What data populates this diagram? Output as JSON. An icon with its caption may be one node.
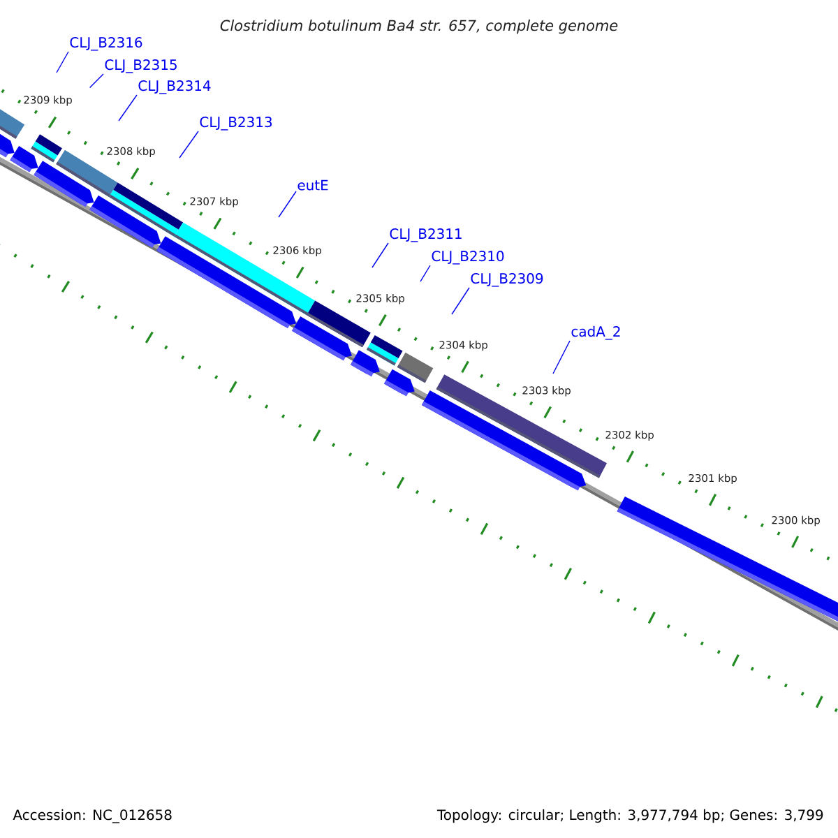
{
  "diagram": {
    "title": "Clostridium botulinum Ba4 str. 657, complete genome",
    "nodes": [
      {
        "text": [
          "CLJ_B2316"
        ]
      },
      {
        "text": [
          "CLJ_B2315"
        ]
      },
      {
        "text": [
          "CLJ_B2314"
        ]
      },
      {
        "text": [
          "CLJ_B2313"
        ]
      },
      {
        "text": [
          "eutE"
        ]
      },
      {
        "text": [
          "CLJ_B2311"
        ]
      },
      {
        "text": [
          "CLJ_B2310"
        ]
      },
      {
        "text": [
          "CLJ_B2309"
        ]
      },
      {
        "text": [
          "cadA_2"
        ]
      }
    ],
    "edges": [
      {
        "from": 0,
        "to": null,
        "arrow": "none"
      },
      {
        "from": 1,
        "to": null,
        "arrow": "none"
      },
      {
        "from": 2,
        "to": null,
        "arrow": "none"
      },
      {
        "from": 3,
        "to": null,
        "arrow": "none"
      },
      {
        "from": 4,
        "to": null,
        "arrow": "none"
      },
      {
        "from": 5,
        "to": null,
        "arrow": "none"
      },
      {
        "from": 6,
        "to": null,
        "arrow": "none"
      },
      {
        "from": 7,
        "to": null,
        "arrow": "none"
      },
      {
        "from": 8,
        "to": null,
        "arrow": "none"
      }
    ],
    "labels": [
      "2309 kbp",
      "2308 kbp",
      "2307 kbp",
      "2306 kbp",
      "2305 kbp",
      "2304 kbp",
      "2303 kbp",
      "2302 kbp",
      "2301 kbp",
      "2300 kbp",
      "Accession: NC_012658",
      "Topology: circular; Length: 3,977,794 bp; Genes: 3,799"
    ]
  }
}
